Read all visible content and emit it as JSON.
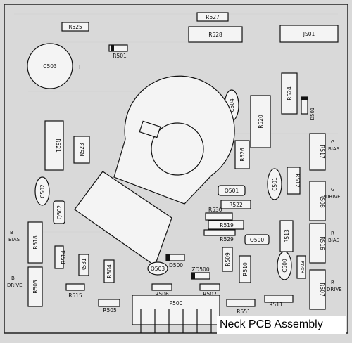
{
  "title": "Neck PCB Assembly",
  "colors": {
    "board": "#d9d9d9",
    "outline": "#111111",
    "component": "#f4f4f4"
  },
  "components": {
    "R525": "R525",
    "R527": "R527",
    "R528": "R528",
    "JS01": "JS01",
    "C503": "C503",
    "R501": "R501",
    "R524": "R524",
    "D501": "D501",
    "C504": "C504",
    "R520": "R520",
    "R521": "R521",
    "R523": "R523",
    "R526": "R526",
    "R517": "R517",
    "C502": "C502",
    "C501": "C501",
    "R512": "R512",
    "R508": "R508",
    "Q501": "Q501",
    "R522": "R522",
    "Q502": "Q502",
    "R530": "R530",
    "R519": "R519",
    "R529": "R529",
    "Q500": "Q500",
    "R513": "R513",
    "R516": "R516",
    "R518": "R518",
    "R514": "R514",
    "R531": "R531",
    "R504": "R504",
    "Q503": "Q503",
    "D500": "D500",
    "ZD500": "ZD500",
    "R509": "R509",
    "R510": "R510",
    "C500": "C500",
    "R503": "R503",
    "R507": "R507",
    "R515": "R515",
    "R505": "R505",
    "R506": "R506",
    "R502": "R502",
    "P500": "P500",
    "R511": "R511",
    "R551": "R551"
  },
  "side_labels": {
    "g_bias": [
      "G",
      "BIAS"
    ],
    "g_drive": [
      "G",
      "DRIVE"
    ],
    "r_bias": [
      "R",
      "BIAS"
    ],
    "r_drive": [
      "R",
      "DRIVE"
    ],
    "b_bias": [
      "B",
      "BIAS"
    ],
    "b_drive": [
      "B",
      "DRIVE"
    ]
  },
  "markings": {
    "plus": "+"
  }
}
